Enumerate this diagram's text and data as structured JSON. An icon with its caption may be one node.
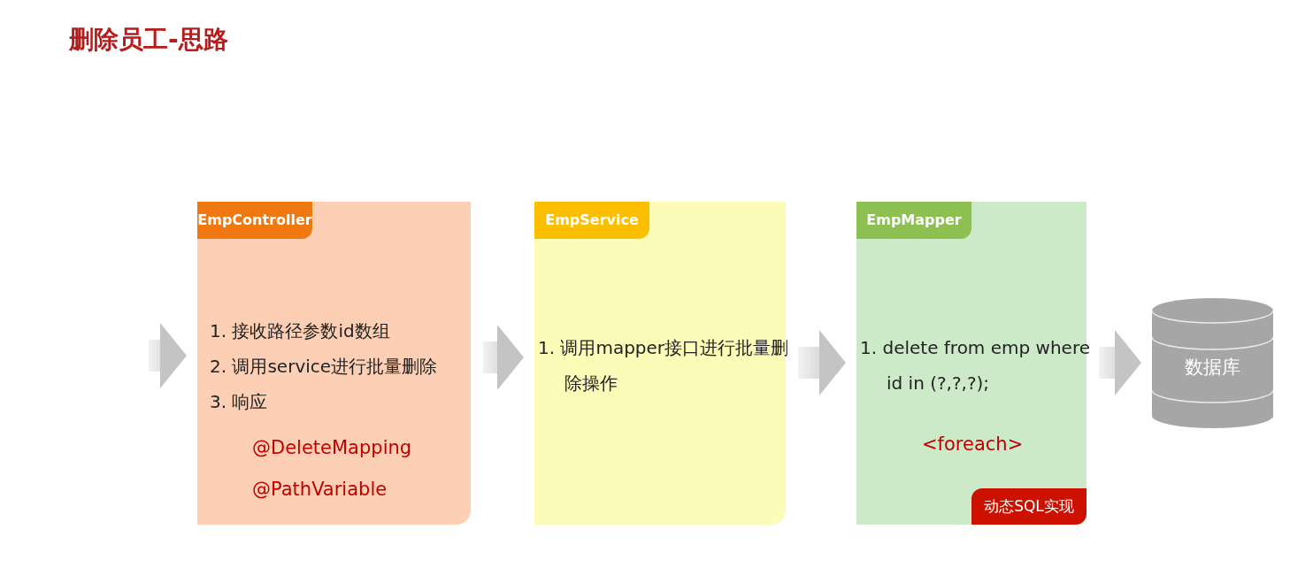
{
  "diagram": {
    "title": "删除员工-思路",
    "nodes": [
      {
        "text": [
          "EmpController",
          "1. 接收路径参数id数组",
          "2. 调用service进行批量删除",
          "3. 响应",
          "@DeleteMapping",
          "@PathVariable"
        ]
      },
      {
        "text": [
          "EmpService",
          "1. 调用mapper接口进行批量删除操作"
        ]
      },
      {
        "text": [
          "EmpMapper",
          "1. delete from emp where id in (?,?,?);",
          "<foreach>"
        ]
      },
      {
        "text": [
          "动态SQL实现"
        ],
        "in": 2
      },
      {
        "text": [
          "数据库"
        ]
      }
    ],
    "edges": [
      {
        "from": null,
        "to": 0,
        "arrow": "to"
      },
      {
        "from": 0,
        "to": 1,
        "arrow": "to"
      },
      {
        "from": 1,
        "to": 2,
        "arrow": "to"
      },
      {
        "from": 2,
        "to": 4,
        "arrow": "to"
      }
    ]
  }
}
